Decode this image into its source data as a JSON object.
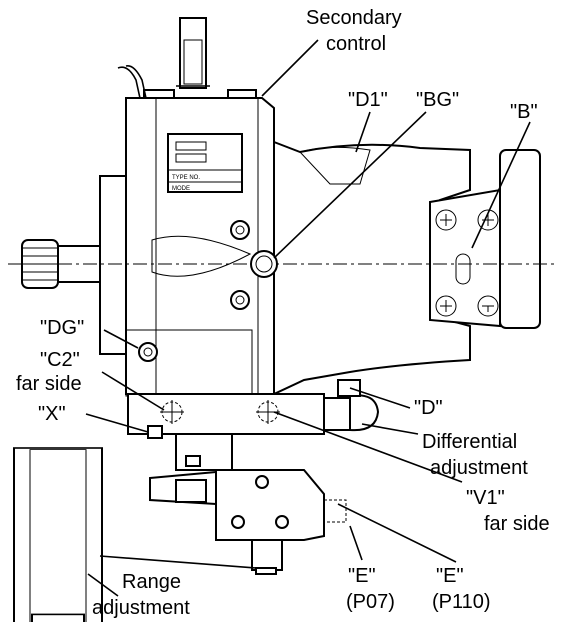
{
  "labels": {
    "secondary_control_1": "Secondary",
    "secondary_control_2": "control",
    "d1": "\"D1\"",
    "bg": "\"BG\"",
    "b": "\"B\"",
    "dg": "\"DG\"",
    "c2": "\"C2\"",
    "c2_note": "far side",
    "x": "\"X\"",
    "d": "\"D\"",
    "differential_1": "Differential",
    "differential_2": "adjustment",
    "v1": "\"V1\"",
    "v1_note": "far side",
    "e1": "\"E\"",
    "e1_note": "(P07)",
    "e2": "\"E\"",
    "e2_note": "(P110)",
    "range_1": "Range",
    "range_2": "adjustment"
  },
  "plate_text": {
    "line1": "TYPE  NO.",
    "line2": "MODE"
  }
}
